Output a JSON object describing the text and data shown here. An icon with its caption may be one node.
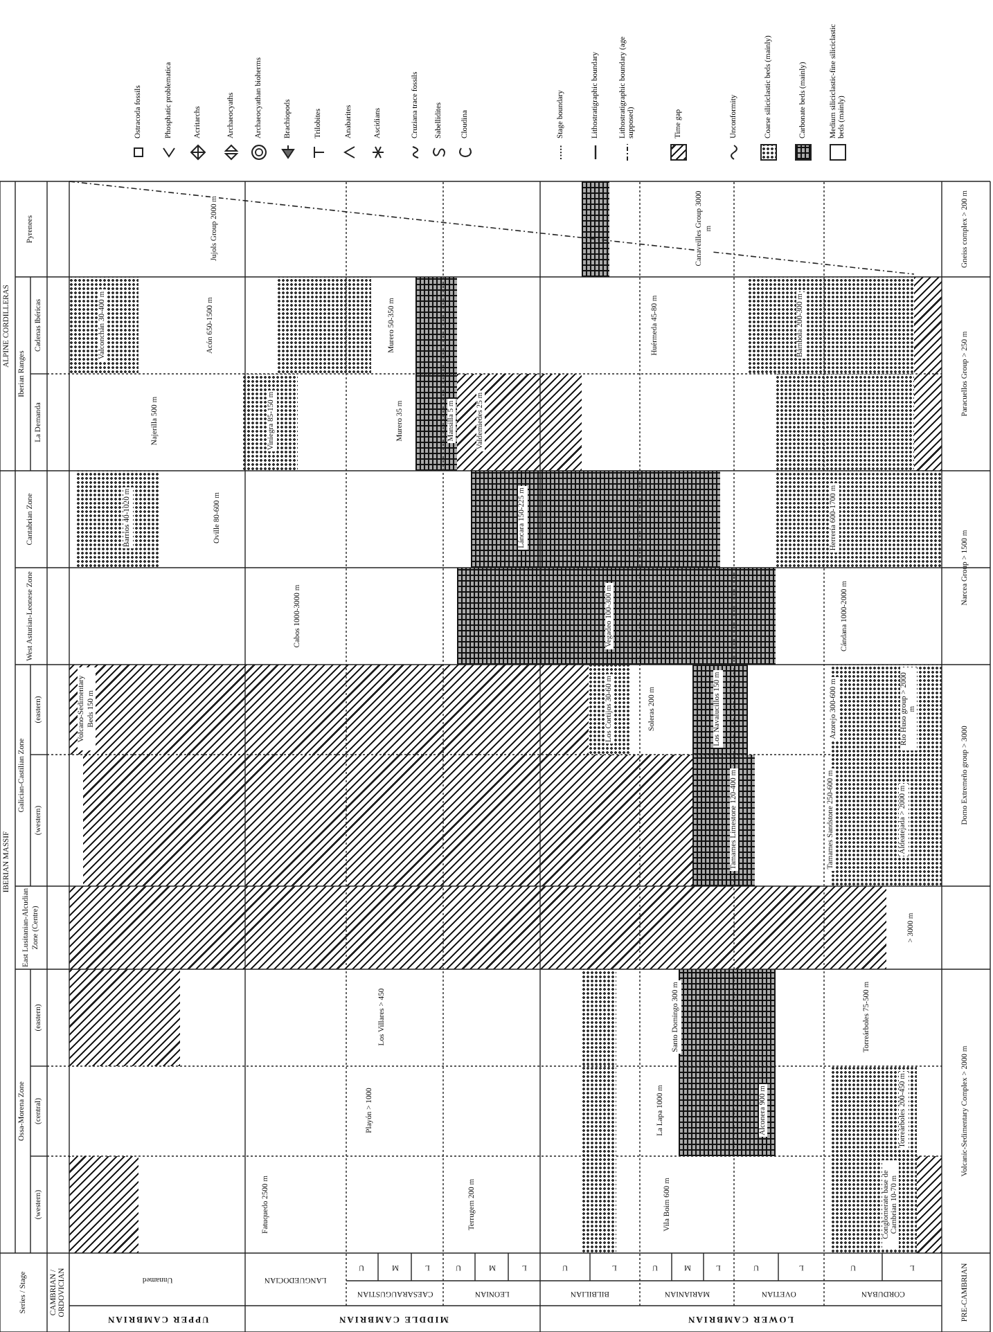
{
  "diagram": {
    "labels": [
      "Series / Stage",
      "IBERIAN MASSIF",
      "Ossa-Morena Zone",
      "(western)",
      "(central)",
      "(eastern)",
      "East Lusitanian-Alcudian Zone (Centre)",
      "Galician-Castilian Zone",
      "(western)",
      "(eastern)",
      "West Asturian-Leonese Zone",
      "Cantabrian Zone",
      "ALPINE CORDILLERAS",
      "Iberian Ranges",
      "La Demanda",
      "Cadenas Ibéricas",
      "Pyrenees",
      "CAMBRIAN / ORDOVICIAN",
      "UPPER CAMBRIAN",
      "Unnamed",
      "MIDDLE CAMBRIAN",
      "LANGUEDOCIAN",
      "CAESARAUGUSTIAN",
      "U",
      "M",
      "L",
      "LEONIAN",
      "U",
      "M",
      "L",
      "LOWER CAMBRIAN",
      "BILBILIAN",
      "U",
      "L",
      "MARIANIAN",
      "U",
      "M",
      "L",
      "OVETIAN",
      "U",
      "L",
      "CORDUBAN",
      "U",
      "L",
      "PRE-CAMBRIAN",
      "Volcano-Sedimentary Beds 150 m",
      "Barrios 40-1020 m",
      "Najerilla 500 m",
      "Valconchán 30-400 m",
      "Jujols Group 2000 m",
      "Acón 650-1500 m",
      "Oville 80-600 m",
      "Fatuquedo 2500 m",
      "Viniegra 85-150 m",
      "Cabos 1000-3000 m",
      "Playón > 1000",
      "Los Villares > 450",
      "Murero 50-350 m",
      "Murero 35 m",
      "Mansilla 5 m",
      "Terrugem 200 m",
      "Valdemiedes 25 m",
      "Láncara 150-225 m",
      "Los Cortijos 30-60 m",
      "Vegadeo 100-300 m",
      "Huérmeda 45-80 m",
      "Soleras 200 m",
      "La Lapa 1000 m",
      "Vila Boim 600 m",
      "Santo Domingo 300 m",
      "Los Navalucillos 150 m",
      "Tamames Limestone 120-400 m",
      "Alconera 900 m",
      "Bámbola 200-300 m",
      "Tamames Sandstone 250-600 m",
      "Azorejo 300-600 m",
      "Herrería 600-1700 m",
      "Cándana 1000-2000 m",
      "Canaveilles Group 3000 m",
      "Torreárboles 75-500 m",
      "Conglomerate base de Cambrian 10-70 m",
      "Torreárboles 200-450 m",
      "Aldeatejada > 2000 m",
      "Río Huso group > 2000 m",
      "> 3000 m",
      "Volcanic-Sedimentary Complex > 2000 m",
      "Domo Extremeño group > 3000",
      "Narcea Group > 1500 m",
      "Paracuellos Group > 250 m",
      "Gneiss complex > 200 m"
    ],
    "legend": [
      {
        "text": "Ostracoda fossils"
      },
      {
        "text": "Phosphatic problematica"
      },
      {
        "text": "Acritarchs"
      },
      {
        "text": "Archaeocyaths"
      },
      {
        "text": "Archaeocyathan bioherms"
      },
      {
        "text": "Brachiopods"
      },
      {
        "text": "Trilobites"
      },
      {
        "text": "Anabarites"
      },
      {
        "text": "Ascidians"
      },
      {
        "text": "Cruziana trace fossils"
      },
      {
        "text": "Sabellidites"
      },
      {
        "text": "Cloudina"
      },
      {
        "text": "Stage boundary"
      },
      {
        "text": "Lithostratigraphic boundary"
      },
      {
        "text": "Lithostratigraphic boundary (age supposed)"
      },
      {
        "text": "Time gap"
      },
      {
        "text": "Unconformity"
      },
      {
        "text": "Coarse siliciclastic beds (mainly)"
      },
      {
        "text": "Carbonate beds (mainly)"
      },
      {
        "text": "Medium siliciclastic-fine siliciclastic beds (mainly)"
      }
    ]
  }
}
